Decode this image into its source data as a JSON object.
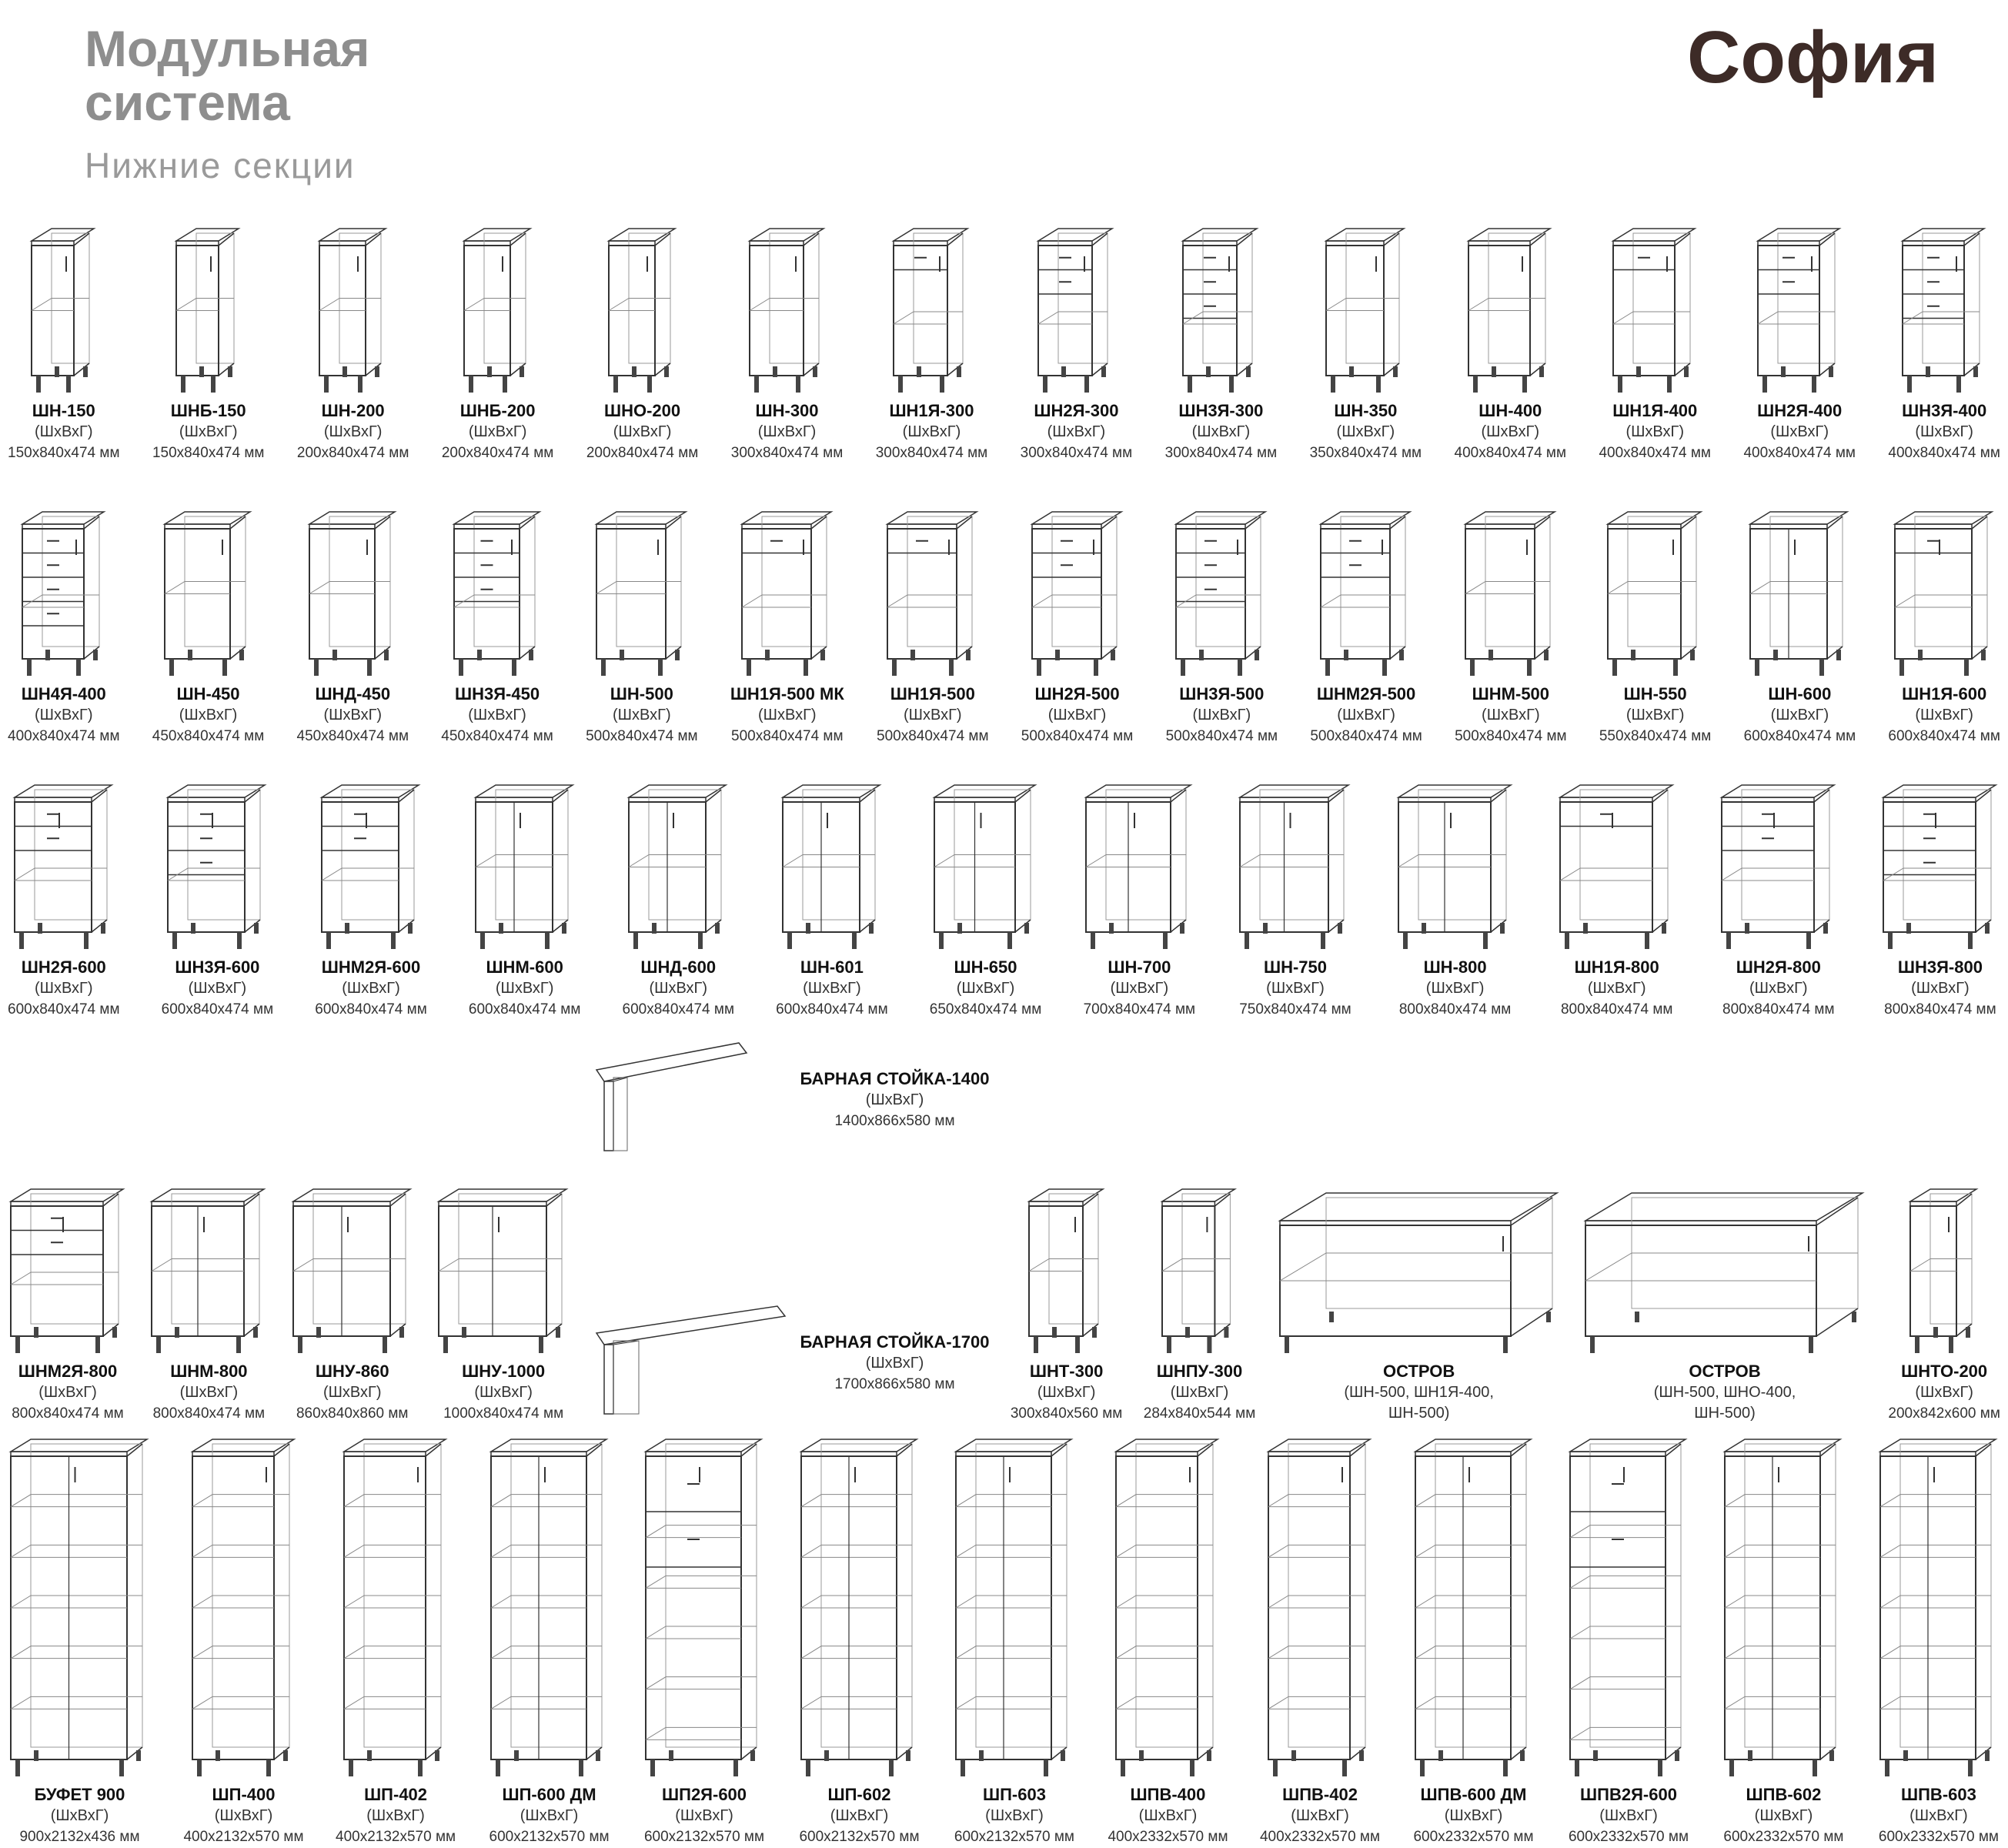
{
  "header": {
    "title_line1": "Модульная",
    "title_line2": "система",
    "subtitle": "Нижние секции",
    "brand": "София"
  },
  "size_hint": "(ШхВхГ)",
  "rows": {
    "r1": [
      {
        "name": "ШН-150",
        "dims": "150х840х474 мм"
      },
      {
        "name": "ШНБ-150",
        "dims": "150х840х474 мм"
      },
      {
        "name": "ШН-200",
        "dims": "200х840х474 мм"
      },
      {
        "name": "ШНБ-200",
        "dims": "200х840х474 мм"
      },
      {
        "name": "ШНО-200",
        "dims": "200х840х474 мм"
      },
      {
        "name": "ШН-300",
        "dims": "300х840х474 мм"
      },
      {
        "name": "ШН1Я-300",
        "dims": "300х840х474 мм"
      },
      {
        "name": "ШН2Я-300",
        "dims": "300х840х474 мм"
      },
      {
        "name": "ШН3Я-300",
        "dims": "300х840х474 мм"
      },
      {
        "name": "ШН-350",
        "dims": "350х840х474 мм"
      },
      {
        "name": "ШН-400",
        "dims": "400х840х474 мм"
      },
      {
        "name": "ШН1Я-400",
        "dims": "400х840х474 мм"
      },
      {
        "name": "ШН2Я-400",
        "dims": "400х840х474 мм"
      },
      {
        "name": "ШН3Я-400",
        "dims": "400х840х474 мм"
      }
    ],
    "r2": [
      {
        "name": "ШН4Я-400",
        "dims": "400х840х474 мм"
      },
      {
        "name": "ШН-450",
        "dims": "450х840х474 мм"
      },
      {
        "name": "ШНД-450",
        "dims": "450х840х474 мм"
      },
      {
        "name": "ШН3Я-450",
        "dims": "450х840х474 мм"
      },
      {
        "name": "ШН-500",
        "dims": "500х840х474 мм"
      },
      {
        "name": "ШН1Я-500 МК",
        "dims": "500х840х474 мм"
      },
      {
        "name": "ШН1Я-500",
        "dims": "500х840х474 мм"
      },
      {
        "name": "ШН2Я-500",
        "dims": "500х840х474 мм"
      },
      {
        "name": "ШН3Я-500",
        "dims": "500х840х474 мм"
      },
      {
        "name": "ШНМ2Я-500",
        "dims": "500х840х474 мм"
      },
      {
        "name": "ШНМ-500",
        "dims": "500х840х474 мм"
      },
      {
        "name": "ШН-550",
        "dims": "550х840х474 мм"
      },
      {
        "name": "ШН-600",
        "dims": "600х840х474 мм"
      },
      {
        "name": "ШН1Я-600",
        "dims": "600х840х474 мм"
      }
    ],
    "r3": [
      {
        "name": "ШН2Я-600",
        "dims": "600х840х474 мм"
      },
      {
        "name": "ШН3Я-600",
        "dims": "600х840х474 мм"
      },
      {
        "name": "ШНМ2Я-600",
        "dims": "600х840х474 мм"
      },
      {
        "name": "ШНМ-600",
        "dims": "600х840х474 мм"
      },
      {
        "name": "ШНД-600",
        "dims": "600х840х474 мм"
      },
      {
        "name": "ШН-601",
        "dims": "600х840х474 мм"
      },
      {
        "name": "ШН-650",
        "dims": "650х840х474 мм"
      },
      {
        "name": "ШН-700",
        "dims": "700х840х474 мм"
      },
      {
        "name": "ШН-750",
        "dims": "750х840х474 мм"
      },
      {
        "name": "ШН-800",
        "dims": "800х840х474 мм"
      },
      {
        "name": "ШН1Я-800",
        "dims": "800х840х474 мм"
      },
      {
        "name": "ШН2Я-800",
        "dims": "800х840х474 мм"
      },
      {
        "name": "ШН3Я-800",
        "dims": "800х840х474 мм"
      }
    ],
    "r4": [
      {
        "name": "ШНМ2Я-800",
        "dims": "800х840х474 мм"
      },
      {
        "name": "ШНМ-800",
        "dims": "800х840х474 мм"
      },
      {
        "name": "ШНУ-860",
        "dims": "860х840х860 мм"
      },
      {
        "name": "ШНУ-1000",
        "dims": "1000х840х474 мм"
      },
      {
        "bar": [
          {
            "name": "БАРНАЯ СТОЙКА-1400",
            "dims": "1400х866х580 мм"
          },
          {
            "name": "БАРНАЯ СТОЙКА-1700",
            "dims": "1700х866х580 мм"
          }
        ]
      },
      {
        "name": "ШНТ-300",
        "dims": "300х840х560 мм"
      },
      {
        "name": "ШНПУ-300",
        "dims": "284х840х544 мм"
      },
      {
        "name": "ОСТРОВ",
        "note1": "(ШН-500, ШН1Я-400,",
        "note2": "ШН-500)",
        "island": true
      },
      {
        "name": "ОСТРОВ",
        "note1": "(ШН-500, ШНО-400,",
        "note2": "ШН-500)",
        "island": true
      },
      {
        "name": "ШНТО-200",
        "dims": "200х842х600 мм"
      }
    ],
    "r5": [
      {
        "name": "БУФЕТ 900",
        "dims": "900х2132х436 мм"
      },
      {
        "name": "ШП-400",
        "dims": "400х2132х570 мм"
      },
      {
        "name": "ШП-402",
        "dims": "400х2132х570 мм"
      },
      {
        "name": "ШП-600 ДМ",
        "dims": "600х2132х570 мм"
      },
      {
        "name": "ШП2Я-600",
        "dims": "600х2132х570 мм"
      },
      {
        "name": "ШП-602",
        "dims": "600х2132х570 мм"
      },
      {
        "name": "ШП-603",
        "dims": "600х2132х570 мм"
      },
      {
        "name": "ШПВ-400",
        "dims": "400х2332х570 мм"
      },
      {
        "name": "ШПВ-402",
        "dims": "400х2332х570 мм"
      },
      {
        "name": "ШПВ-600 ДМ",
        "dims": "600х2332х570 мм"
      },
      {
        "name": "ШПВ2Я-600",
        "dims": "600х2332х570 мм"
      },
      {
        "name": "ШПВ-602",
        "dims": "600х2332х570 мм"
      },
      {
        "name": "ШПВ-603",
        "dims": "600х2332х570 мм"
      }
    ]
  },
  "colors": {
    "title": "#8e8e8e",
    "brand": "#3d2b27",
    "line": "#333333"
  }
}
